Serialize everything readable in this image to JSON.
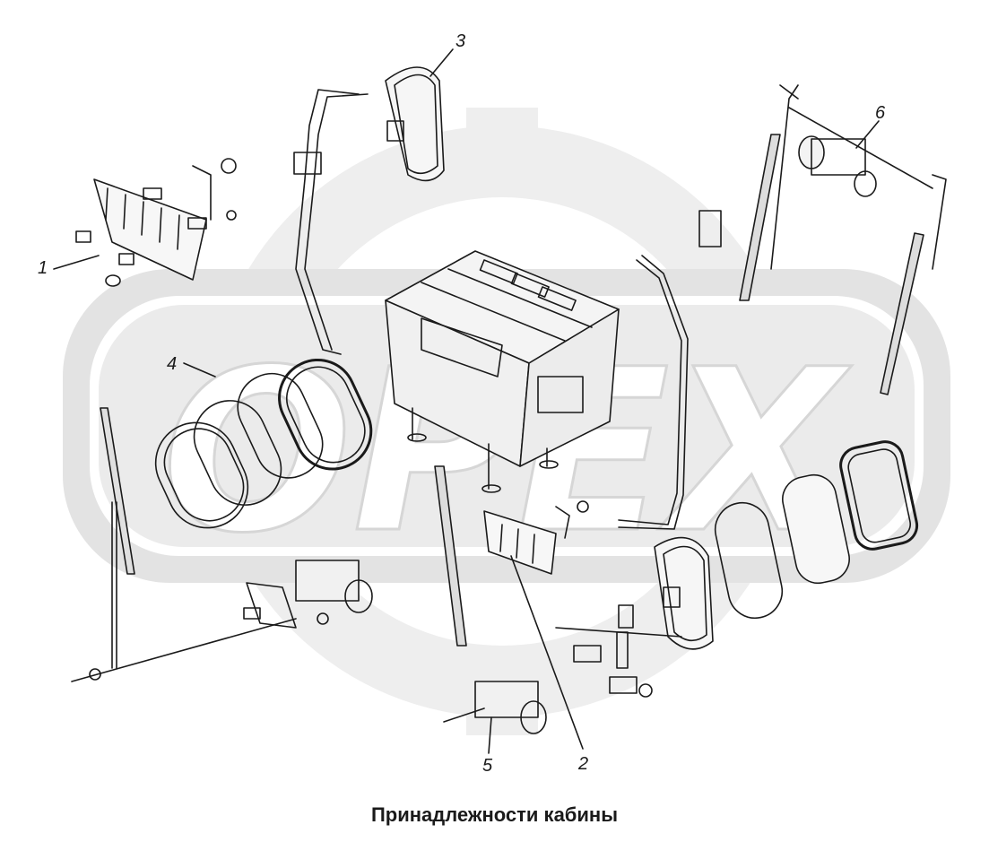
{
  "caption": "Принадлежности кабины",
  "callouts": [
    {
      "id": "1",
      "label": "1"
    },
    {
      "id": "2",
      "label": "2"
    },
    {
      "id": "3",
      "label": "3"
    },
    {
      "id": "4",
      "label": "4"
    },
    {
      "id": "5",
      "label": "5"
    },
    {
      "id": "6",
      "label": "6"
    }
  ],
  "colors": {
    "line": "#1a1a1a",
    "watermark": "#e6e6e6",
    "watermark_dark": "#d2d2d2",
    "part_fill": "#f4f4f4",
    "background": "#ffffff"
  },
  "watermark_text": "OPEX"
}
